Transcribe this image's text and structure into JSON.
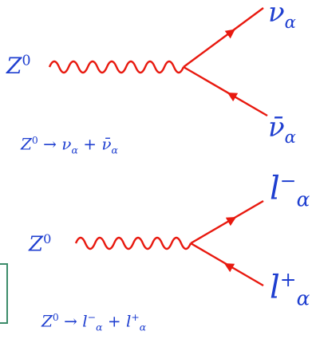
{
  "diagram1": {
    "boson": {
      "symbol": "Z",
      "sup": "0"
    },
    "out_top": {
      "symbol": "ν",
      "sub": "α"
    },
    "out_bottom": {
      "symbol": "ν̄",
      "sub": "α"
    },
    "reaction": {
      "lhs": "Z",
      "lhs_sup": "0",
      "arrow": "→",
      "p1": "ν",
      "p1_sub": "α",
      "plus": "+",
      "p2": "ν̄",
      "p2_sub": "α"
    }
  },
  "diagram2": {
    "boson": {
      "symbol": "Z",
      "sup": "0"
    },
    "out_top": {
      "symbol": "l",
      "sup": "−",
      "sub": "α"
    },
    "out_bottom": {
      "symbol": "l",
      "sup": "+",
      "sub": "α"
    },
    "reaction": {
      "lhs": "Z",
      "lhs_sup": "0",
      "arrow": "→",
      "p1": "l",
      "p1_sup": "−",
      "p1_sub": "α",
      "plus": "+",
      "p2": "l",
      "p2_sup": "+",
      "p2_sub": "α"
    }
  },
  "colors": {
    "lines": "#e8190f",
    "text": "#1f3fd0",
    "frame": "#3c8c6a"
  }
}
